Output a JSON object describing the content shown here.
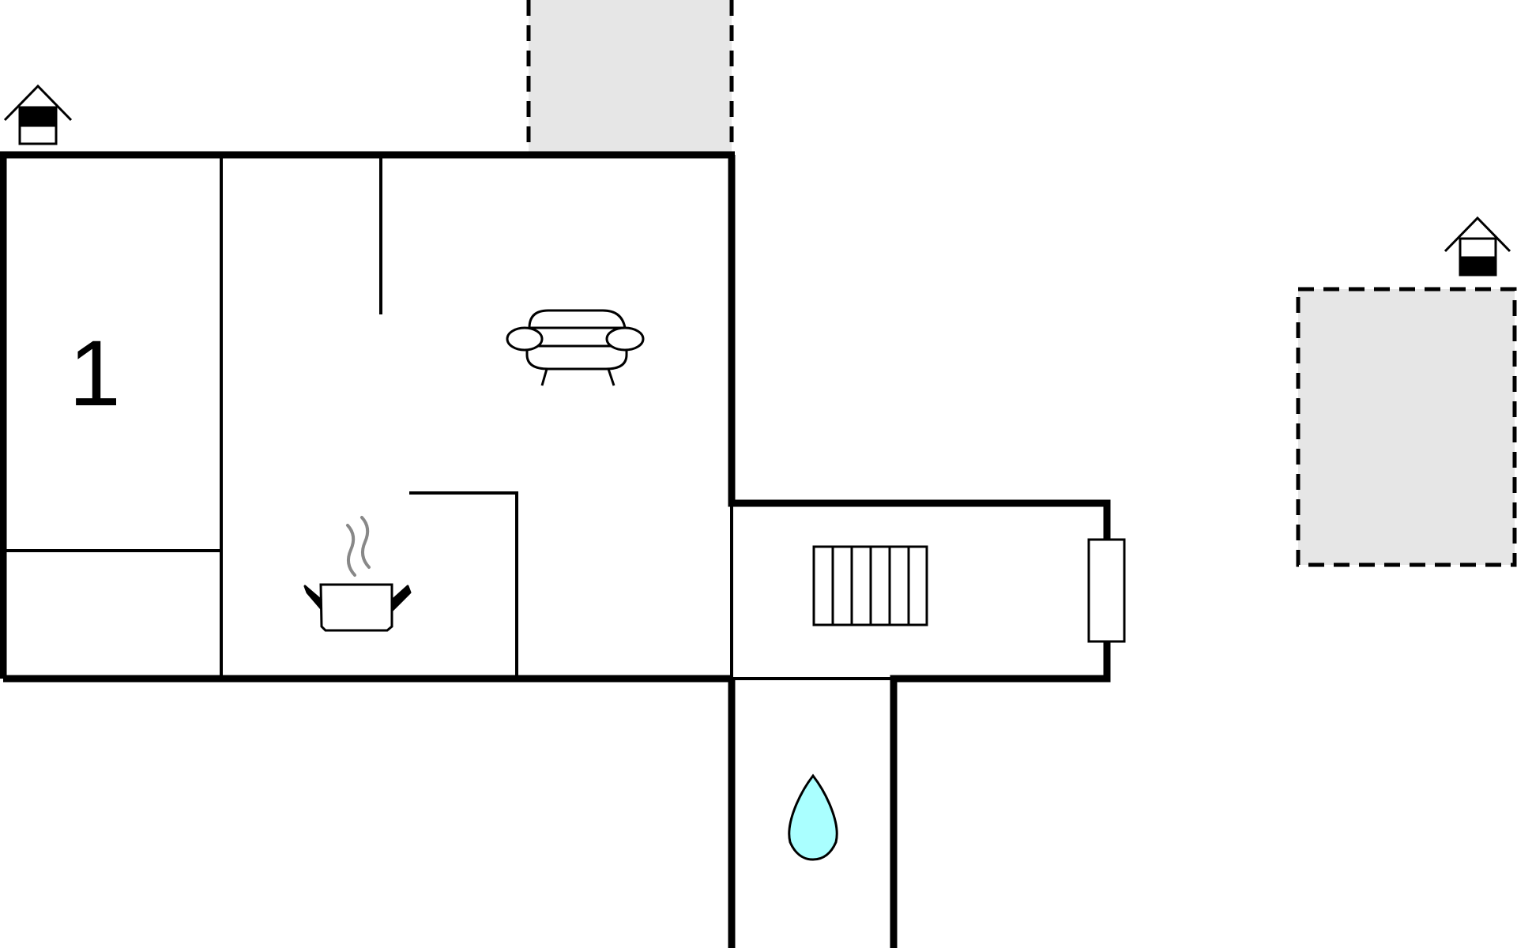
{
  "diagram": {
    "type": "floor-plan",
    "rooms": [
      {
        "id": "bedroom",
        "label": "1"
      },
      {
        "id": "kitchen-living",
        "label": ""
      },
      {
        "id": "hallway",
        "label": ""
      }
    ],
    "icons": [
      "house-sun-icon",
      "house-shade-icon",
      "sofa-icon",
      "cooking-pot-icon",
      "radiator-icon",
      "door-icon",
      "water-drop-icon"
    ],
    "colors": {
      "wall": "#000000",
      "terrace_fill": "#e6e6e6",
      "water": "#aaffff",
      "steam": "#888888",
      "background": "#ffffff"
    }
  }
}
